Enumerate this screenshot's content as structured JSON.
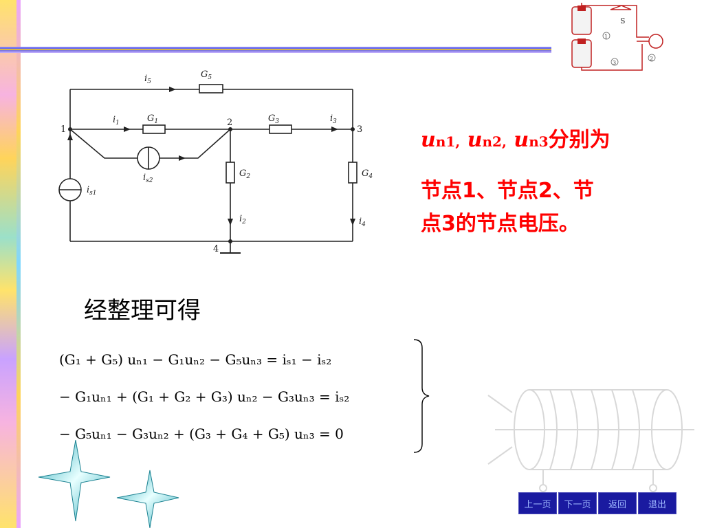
{
  "corner_figure": {
    "switch_label": "S",
    "markers": [
      "1",
      "2",
      "3"
    ]
  },
  "circuit": {
    "nodes": [
      "1",
      "2",
      "3",
      "4"
    ],
    "currents": {
      "i5": "i",
      "i5sub": "5",
      "i1": "i",
      "i1sub": "1",
      "i3": "i",
      "i3sub": "3",
      "i2": "i",
      "i2sub": "2",
      "i4": "i",
      "i4sub": "4",
      "is1": "i",
      "is1sub": "s1",
      "is2": "i",
      "is2sub": "s2"
    },
    "conductances": {
      "G5": "G",
      "G5sub": "5",
      "G1": "G",
      "G1sub": "1",
      "G3": "G",
      "G3sub": "3",
      "G2": "G",
      "G2sub": "2",
      "G4": "G",
      "G4sub": "4"
    }
  },
  "description": {
    "un1": "u",
    "un1sub": "n1,",
    "un2": "u",
    "un2sub": "n2,",
    "un3": "u",
    "un3sub": "n3",
    "suffix": "分别为",
    "line2": "节点1、节点2、节",
    "line3": "点3的节点电压。"
  },
  "summary": "经整理可得",
  "equations": {
    "eq1_left": "(G₁ + G₅) uₙ₁ − G₁uₙ₂ − G₅uₙ₃ = iₛ₁ − iₛ₂",
    "eq2_left": "− G₁uₙ₁ + (G₁ + G₂ + G₃) uₙ₂ − G₃uₙ₃ = iₛ₂",
    "eq3_left": "− G₅uₙ₁ − G₃uₙ₂ + (G₃ + G₄ + G₅) uₙ₃ = 0"
  },
  "nav": {
    "prev": "上一页",
    "next": "下一页",
    "back": "返回",
    "exit": "退出"
  }
}
